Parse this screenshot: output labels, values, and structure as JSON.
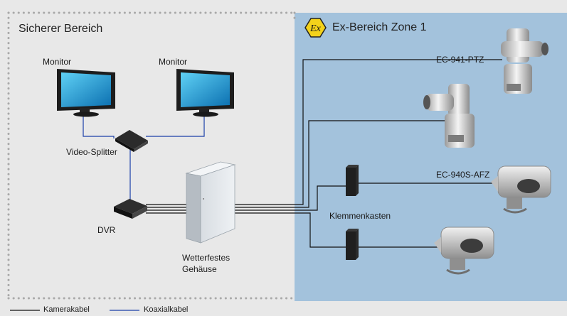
{
  "safe_area": {
    "title": "Sicherer Bereich"
  },
  "ex_area": {
    "title": "Ex-Bereich Zone 1",
    "symbol": "Ex"
  },
  "devices": {
    "monitor_left": "Monitor",
    "monitor_right": "Monitor",
    "splitter": "Video-Splitter",
    "dvr": "DVR",
    "housing_line1": "Wetterfestes",
    "housing_line2": "Gehäuse",
    "junction_box": "Klemmenkasten",
    "camera_ptz": "EC-941-PTZ",
    "camera_afz": "EC-940S-AFZ"
  },
  "legend": {
    "camera_cable": "Kamerakabel",
    "coax_cable": "Koaxialkabel"
  },
  "colors": {
    "background": "#e8e8e8",
    "ex_area": "#a3c2dc",
    "coax": "#1a3fa8",
    "camera_cable": "#111111",
    "ex_symbol_fill": "#f3d21b",
    "dots": "#a8a8a8"
  }
}
